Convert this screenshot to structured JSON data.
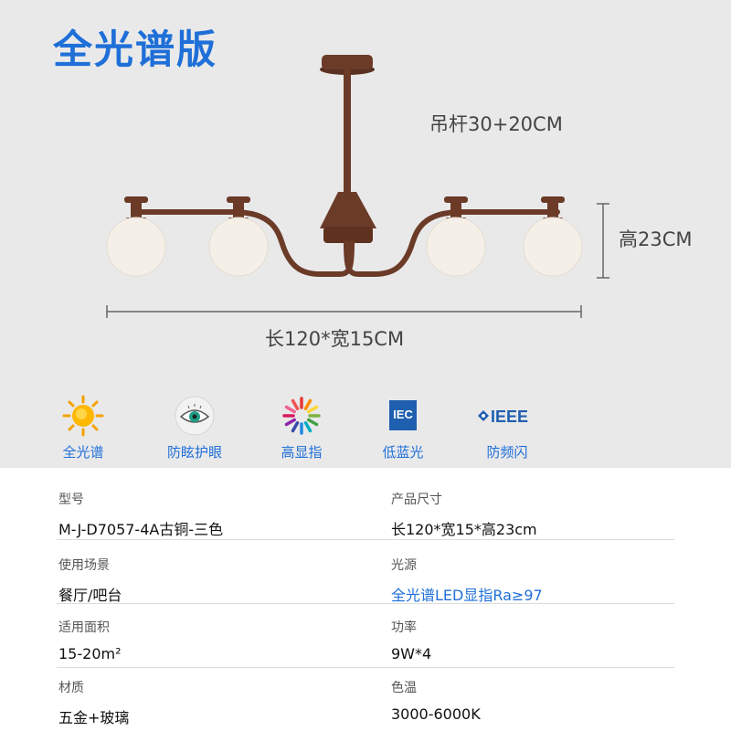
{
  "title": "全光谱版",
  "dimensions": {
    "rod": "吊杆30+20CM",
    "height": "高23CM",
    "length_width": "长120*宽15CM"
  },
  "features": [
    {
      "icon": "sun-icon",
      "label": "全光谱"
    },
    {
      "icon": "eye-icon",
      "label": "防眩护眼"
    },
    {
      "icon": "color-wheel-icon",
      "label": "高显指"
    },
    {
      "icon": "iec-logo-icon",
      "label": "低蓝光",
      "logo_text": "IEC"
    },
    {
      "icon": "ieee-logo-icon",
      "label": "防频闪",
      "logo_text": "IEEE"
    }
  ],
  "specs": [
    {
      "key": "型号",
      "value": "M-J-D7057-4A古铜-三色"
    },
    {
      "key": "产品尺寸",
      "value": "长120*宽15*高23cm"
    },
    {
      "key": "使用场景",
      "value": "餐厅/吧台"
    },
    {
      "key": "光源",
      "value": "全光谱LED显指Ra≥97"
    },
    {
      "key": "适用面积",
      "value": "15-20m²"
    },
    {
      "key": "功率",
      "value": "9W*4"
    },
    {
      "key": "材质",
      "value": "五金+玻璃"
    },
    {
      "key": "色温",
      "value": "3000-6000K"
    }
  ],
  "colors": {
    "accent": "#1f6fd8",
    "bronze": "#6b3b28",
    "globe": "#f4efe7",
    "hero_bg": "#e9e9ea"
  }
}
